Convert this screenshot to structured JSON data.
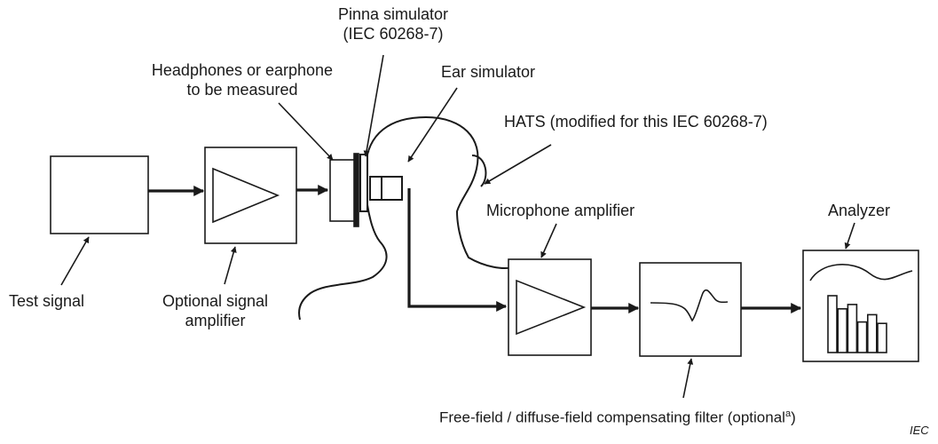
{
  "labels": {
    "pinna_line1": "Pinna simulator",
    "pinna_line2": "(IEC 60268-7)",
    "headphones_line1": "Headphones or earphone",
    "headphones_line2": "to be measured",
    "ear_simulator": "Ear simulator",
    "hats": "HATS (modified for this IEC 60268-7)",
    "mic_amplifier": "Microphone amplifier",
    "analyzer": "Analyzer",
    "test_signal": "Test signal",
    "optional_amp_line1": "Optional signal",
    "optional_amp_line2": "amplifier",
    "filter_text": "Free-field / diffuse-field compensating filter (optional",
    "filter_sup": "a",
    "filter_close": ")",
    "iec_mark": "IEC"
  },
  "colors": {
    "stroke": "#1a1a1a",
    "background": "#ffffff"
  },
  "analyzer_bars": [
    0.78,
    0.6,
    0.66,
    0.42,
    0.52,
    0.4
  ]
}
